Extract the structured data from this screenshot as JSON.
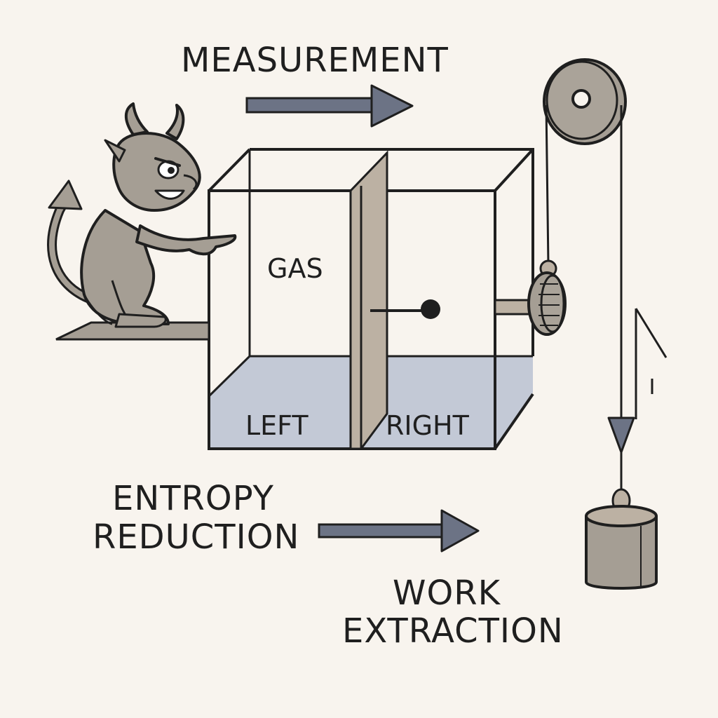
{
  "labels": {
    "measurement": "MEASUREMENT",
    "gas": "GAS",
    "left": "LEFT",
    "right": "RIGHT",
    "entropy_line1": "ENTROPY",
    "entropy_line2": "REDUCTION",
    "work_line1": "WORK",
    "work_line2": "EXTRACTION"
  },
  "colors": {
    "background": "#f8f4ee",
    "outline": "#1f1f1f",
    "demon": "#a59e94",
    "partition": "#bcb1a3",
    "liquid": "#c3c9d6",
    "arrow": "#6c7385",
    "weight": "#a59e94"
  }
}
